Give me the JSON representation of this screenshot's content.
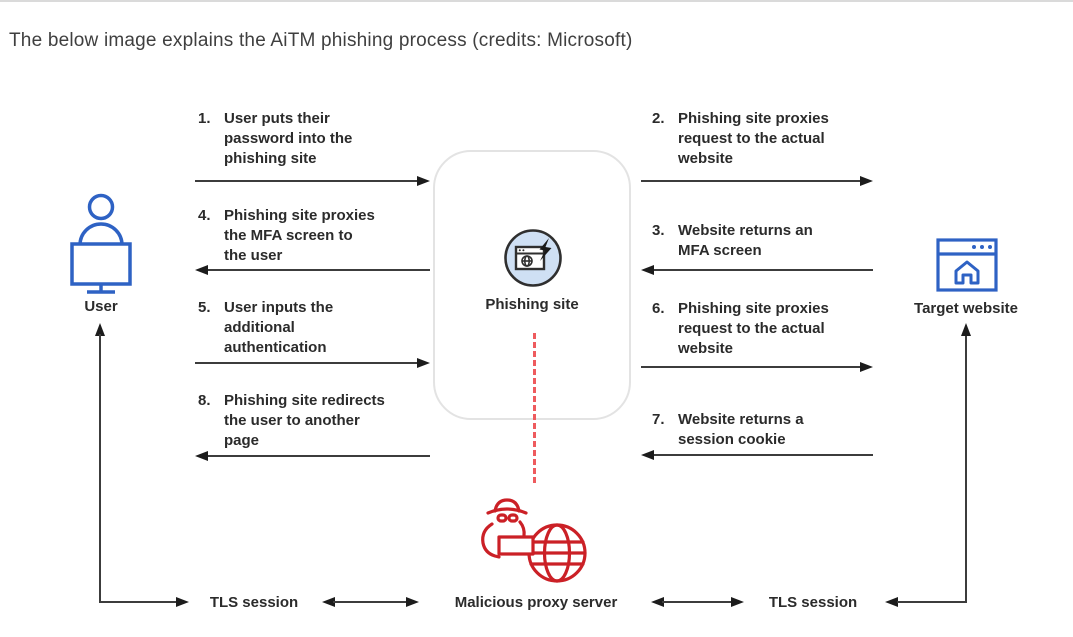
{
  "title": "The below image explains the AiTM phishing process (credits: Microsoft)",
  "nodes": {
    "user": {
      "label": "User"
    },
    "phishing_site": {
      "label": "Phishing site"
    },
    "target_website": {
      "label": "Target website"
    },
    "malicious_proxy_server": {
      "label": "Malicious proxy server"
    }
  },
  "steps": [
    {
      "num": "1.",
      "text": "User puts their\npassword into the\nphishing site",
      "direction": "right"
    },
    {
      "num": "2.",
      "text": "Phishing site proxies\nrequest to the actual\nwebsite",
      "direction": "right"
    },
    {
      "num": "3.",
      "text": "Website returns an\nMFA screen",
      "direction": "left"
    },
    {
      "num": "4.",
      "text": "Phishing site proxies\nthe MFA screen to\nthe user",
      "direction": "left"
    },
    {
      "num": "5.",
      "text": "User inputs the\nadditional\nauthentication",
      "direction": "right"
    },
    {
      "num": "6.",
      "text": "Phishing site proxies\nrequest to the actual\nwebsite",
      "direction": "right"
    },
    {
      "num": "7.",
      "text": "Website returns a\nsession cookie",
      "direction": "left"
    },
    {
      "num": "8.",
      "text": "Phishing site redirects\nthe user to another\npage",
      "direction": "left"
    }
  ],
  "tls_left": {
    "label": "TLS session"
  },
  "tls_right": {
    "label": "TLS session"
  },
  "icons": {
    "user": "person-at-monitor-icon",
    "phishing_site": "browser-lightning-icon",
    "target_website": "browser-home-icon",
    "malicious_proxy_server": "hacker-globe-icon"
  },
  "colors": {
    "node_blue": "#2e62c4",
    "danger_red": "#cb2026",
    "dashed_red": "#ee5b5e",
    "text_dark": "#2b2b2b",
    "arrow_dark": "#3c3c3c",
    "phishing_icon_bg": "#cfe0f4",
    "box_border": "#e3e3e3"
  }
}
